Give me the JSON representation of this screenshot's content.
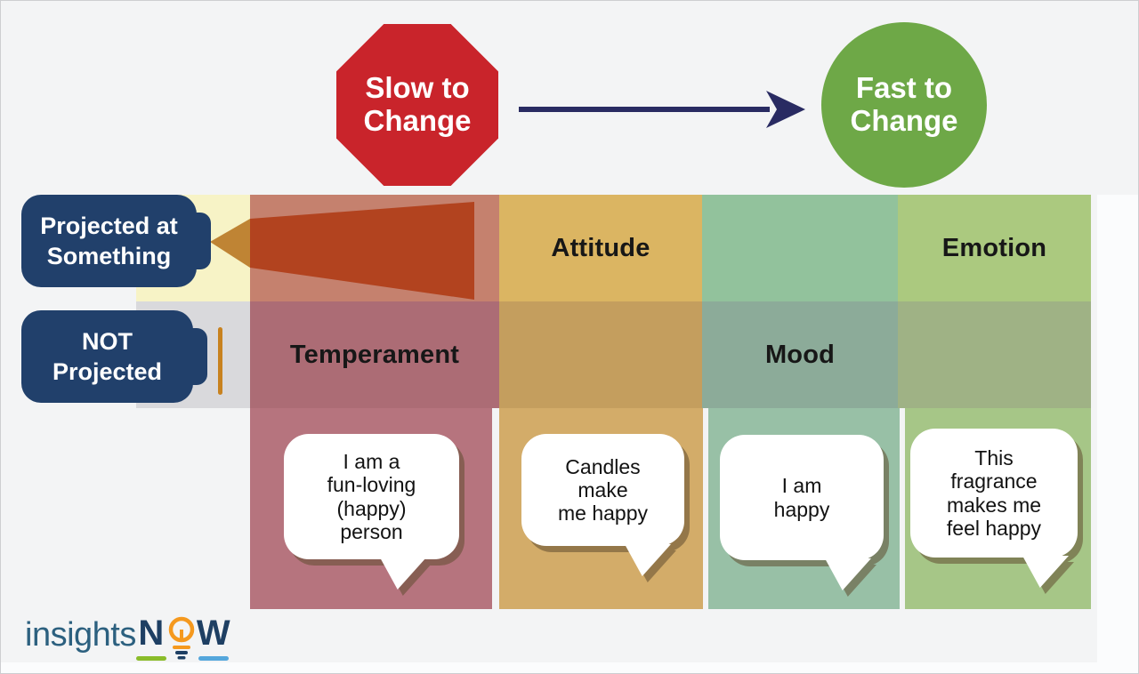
{
  "flow": {
    "slow": {
      "line1": "Slow to",
      "line2": "Change"
    },
    "fast": {
      "line1": "Fast to",
      "line2": "Change"
    }
  },
  "side_labels": {
    "projected": {
      "line1": "Projected at",
      "line2": "Something"
    },
    "not_projected": {
      "line1": "NOT",
      "line2": "Projected"
    }
  },
  "categories": {
    "attitude": "Attitude",
    "emotion": "Emotion",
    "temperament": "Temperament",
    "mood": "Mood"
  },
  "speech_bubbles": {
    "temperament": {
      "line1": "I am a",
      "line2": "fun-loving",
      "line3": "(happy)",
      "line4": "person"
    },
    "attitude": {
      "line1": "Candles",
      "line2": "make",
      "line3": "me happy"
    },
    "mood": {
      "line1": "I am",
      "line2": "happy"
    },
    "emotion": {
      "line1": "This",
      "line2": "fragrance",
      "line3": "makes me",
      "line4": "feel happy"
    }
  },
  "logo": {
    "word": "insights",
    "letter_n": "N",
    "letter_w": "W"
  },
  "colors": {
    "page_background": "#f3f4f5",
    "stop_sign_red": "#c9242b",
    "go_circle_green": "#6ea847",
    "arrow_navy": "#292b62",
    "side_label_navy": "#21406b",
    "projected_band_yellow": "#f7f3c6",
    "not_projected_band_gray": "#d9d9dc",
    "beam_orange": "#bf8434",
    "beam_rust": "#b2431f",
    "blocker_orange": "#c8821f",
    "temperament_cells": {
      "projected_row": "#c5816e",
      "not_projected_row": "#ac6c75",
      "quote_row": "#b6747e"
    },
    "attitude_cells": {
      "projected_row": "#dbb562",
      "not_projected_row": "#c49e5e",
      "quote_row": "#d3ac69"
    },
    "mood_cells": {
      "projected_row": "#92c29c",
      "not_projected_row": "#8cab99",
      "quote_row": "#98c0a6"
    },
    "emotion_cells": {
      "projected_row": "#abc97f",
      "not_projected_row": "#9fb285",
      "quote_row": "#a6c687"
    },
    "logo_navy": "#1e3f63",
    "logo_teal": "#2c607f",
    "logo_orange": "#f5991e",
    "logo_green": "#8abc2a",
    "logo_blue": "#55a7dc",
    "bubble_shadow": "rgba(97,76,47,0.55)"
  }
}
